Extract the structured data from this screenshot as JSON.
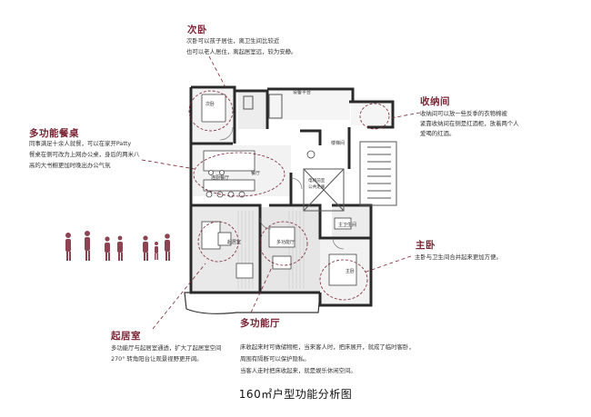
{
  "caption": "160㎡户型功能分析图",
  "colors": {
    "accent": "#7a2435",
    "wall": "#2a2a2a",
    "bg": "#ffffff"
  },
  "rooms": {
    "balcony_top": "设备平台",
    "bedroom2": "次卧",
    "living_dining": "连厨餐厅",
    "dining": "餐厅",
    "stair": "楼梯间",
    "elevator": "电梯前室\n公共走廊",
    "living": "起居室",
    "multi": "多功能厅",
    "master_bath": "主卫生间",
    "master": "主卧"
  },
  "annotations": [
    {
      "id": "bedroom2",
      "title": "次卧",
      "lines": [
        "次卧可以孩子居住，离卫生间比较近",
        "也可以老人居住，离起居室远，较为安静。"
      ]
    },
    {
      "id": "storage",
      "title": "收纳间",
      "lines": [
        "收纳间可以放一些反季的衣物棉被",
        "紧靠收纳间在侧是红酒柜，放着两个人",
        "爱喝的红酒。"
      ]
    },
    {
      "id": "dining",
      "title": "多功能餐桌",
      "lines": [
        "同事满足十余人就餐，可以在家开Patty",
        "餐桌在侧可改为上网办公桌，身后的两米八",
        "高的大书橱更加时晚出办公气氛"
      ]
    },
    {
      "id": "master",
      "title": "主卧",
      "lines": [
        "主卧与卫生间合并起来更加方便。"
      ]
    },
    {
      "id": "living",
      "title": "起居室",
      "lines": [
        "多功能厅与起居室通透，扩大了起居室空间",
        "270° 转角阳台让观景视野更开阔。"
      ]
    },
    {
      "id": "multi",
      "title": "多功能厅",
      "lines": [
        "床收起来时可做储物柜，当来客人时，把床展开，就成了临时客卧，",
        "周围有隔断可以保护隐私。",
        "当客人走时把床收起来，就是娱乐休闲空间。"
      ]
    }
  ]
}
